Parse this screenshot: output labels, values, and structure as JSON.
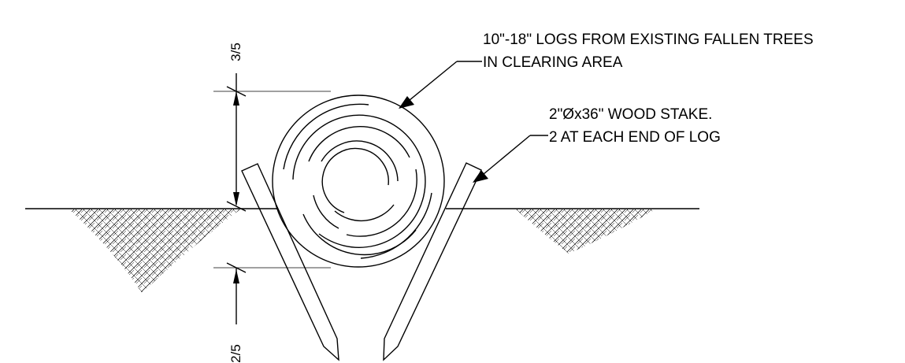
{
  "callouts": {
    "log_line1": "10\"-18\" LOGS FROM EXISTING FALLEN TREES",
    "log_line2": "IN CLEARING AREA",
    "stake_line1": "2\"Øx36\" WOOD STAKE.",
    "stake_line2": "2 AT EACH END OF LOG"
  },
  "dimensions": {
    "upper": "3/5",
    "lower": "2/5"
  },
  "colors": {
    "ink": "#000000",
    "background": "#ffffff"
  }
}
